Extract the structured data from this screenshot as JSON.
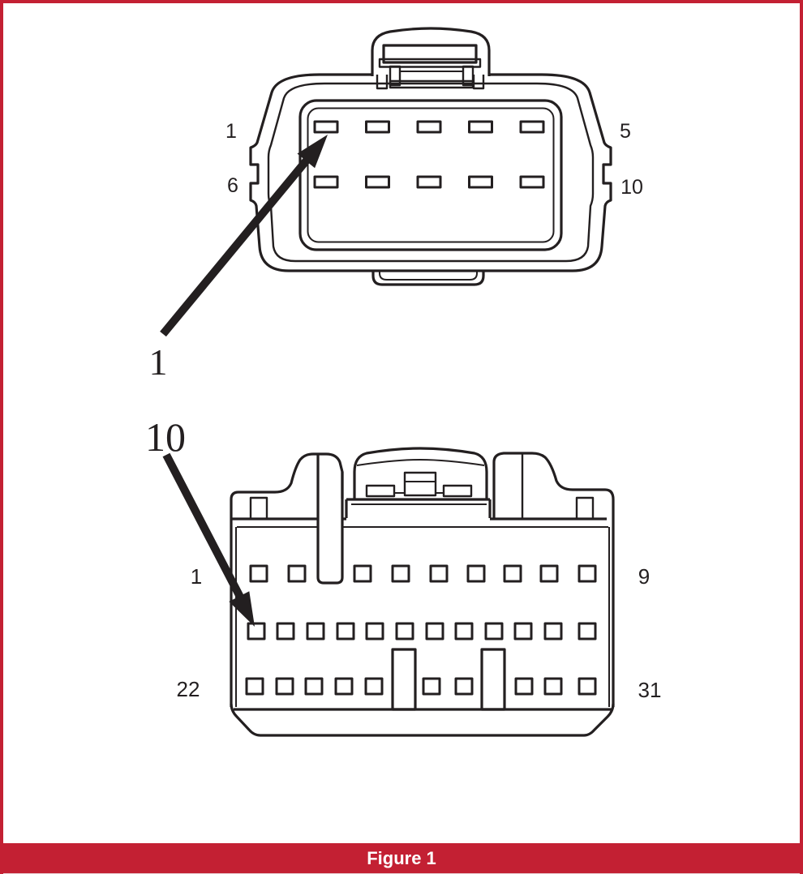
{
  "figure": {
    "caption": "Figure 1"
  },
  "colors": {
    "line": "#231F20",
    "accent_red": "#C32033",
    "caption_text": "#FFFFFF",
    "background": "#FFFFFF"
  },
  "top_connector": {
    "description": "10-pin connector, front view",
    "rows": [
      {
        "pins": 5
      },
      {
        "pins": 5
      }
    ],
    "labels": {
      "row1_left": "1",
      "row1_right": "5",
      "row2_left": "6",
      "row2_right": "10"
    }
  },
  "bottom_connector": {
    "description": "31-pin connector, front view",
    "rows": [
      {
        "pins": 9
      },
      {
        "pins": 12
      },
      {
        "pins": 10
      }
    ],
    "labels": {
      "row1_left": "1",
      "row1_right": "9",
      "row3_left": "22",
      "row3_right": "31"
    }
  },
  "callouts": [
    {
      "label": "1"
    },
    {
      "label": "10"
    }
  ]
}
